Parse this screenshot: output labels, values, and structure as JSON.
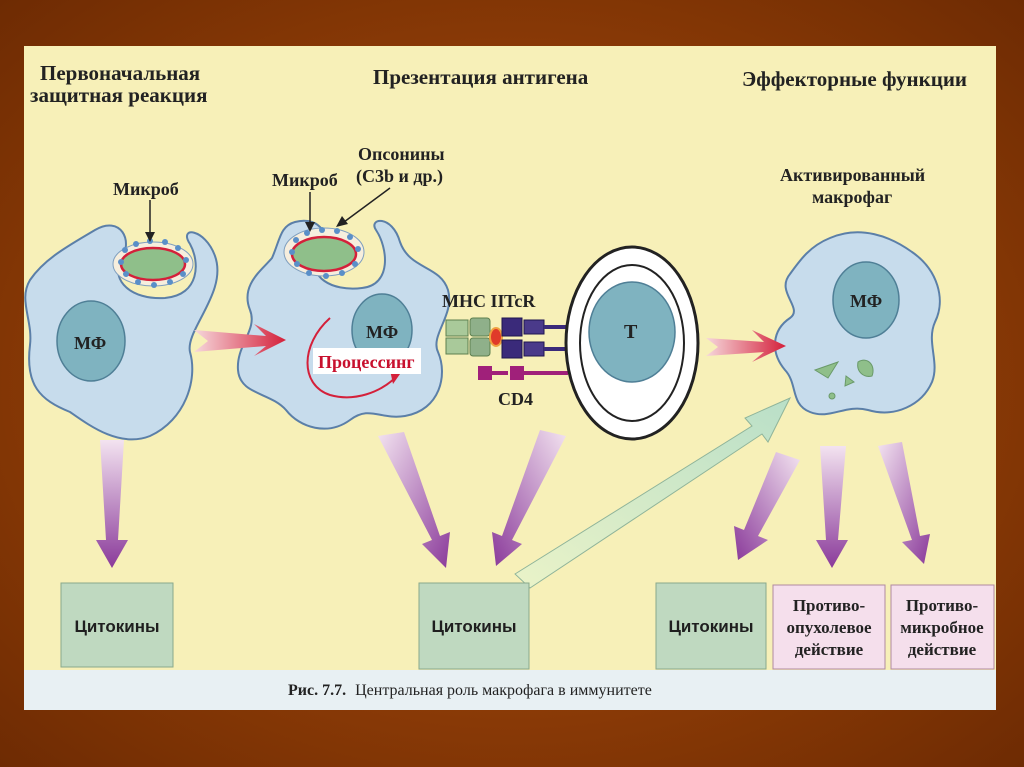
{
  "headings": {
    "initial_line1": "Первоначальная",
    "initial_line2": "защитная реакция",
    "presentation": "Презентация антигена",
    "effector": "Эффекторные функции"
  },
  "labels": {
    "microbe_1": "Микроб",
    "microbe_2": "Микроб",
    "opsonins_line1": "Опсонины",
    "opsonins_line2": "(C3b и др.)",
    "activated_line1": "Активированный",
    "activated_line2": "макрофаг",
    "mf_1": "МФ",
    "mf_2": "МФ",
    "mf_3": "МФ",
    "t_cell": "T",
    "mhc": "MHC II",
    "tcr": "TcR",
    "cd4": "CD4",
    "processing": "Процессинг"
  },
  "boxes": {
    "cytokines_1": "Цитокины",
    "cytokines_2": "Цитокины",
    "cytokines_3": "Цитокины",
    "antitumor_line1": "Противо-",
    "antitumor_line2": "опухолевое",
    "antitumor_line3": "действие",
    "antimicrobial_line1": "Противо-",
    "antimicrobial_line2": "микробное",
    "antimicrobial_line3": "действие"
  },
  "caption": {
    "prefix": "Рис. 7.7.",
    "text": "Центральная роль макрофага в иммунитете"
  },
  "colors": {
    "panel": "#f7f0b8",
    "cell_fill": "#c7dcec",
    "cell_stroke": "#5b7fa8",
    "nucleus": "#7fb3c0",
    "microbe": "#8fbf8a",
    "box": "#bfd9c0",
    "pink_box": "#f5dfec",
    "arrow_purple": "#8a3a9a",
    "arrow_red": "#d4203a"
  }
}
